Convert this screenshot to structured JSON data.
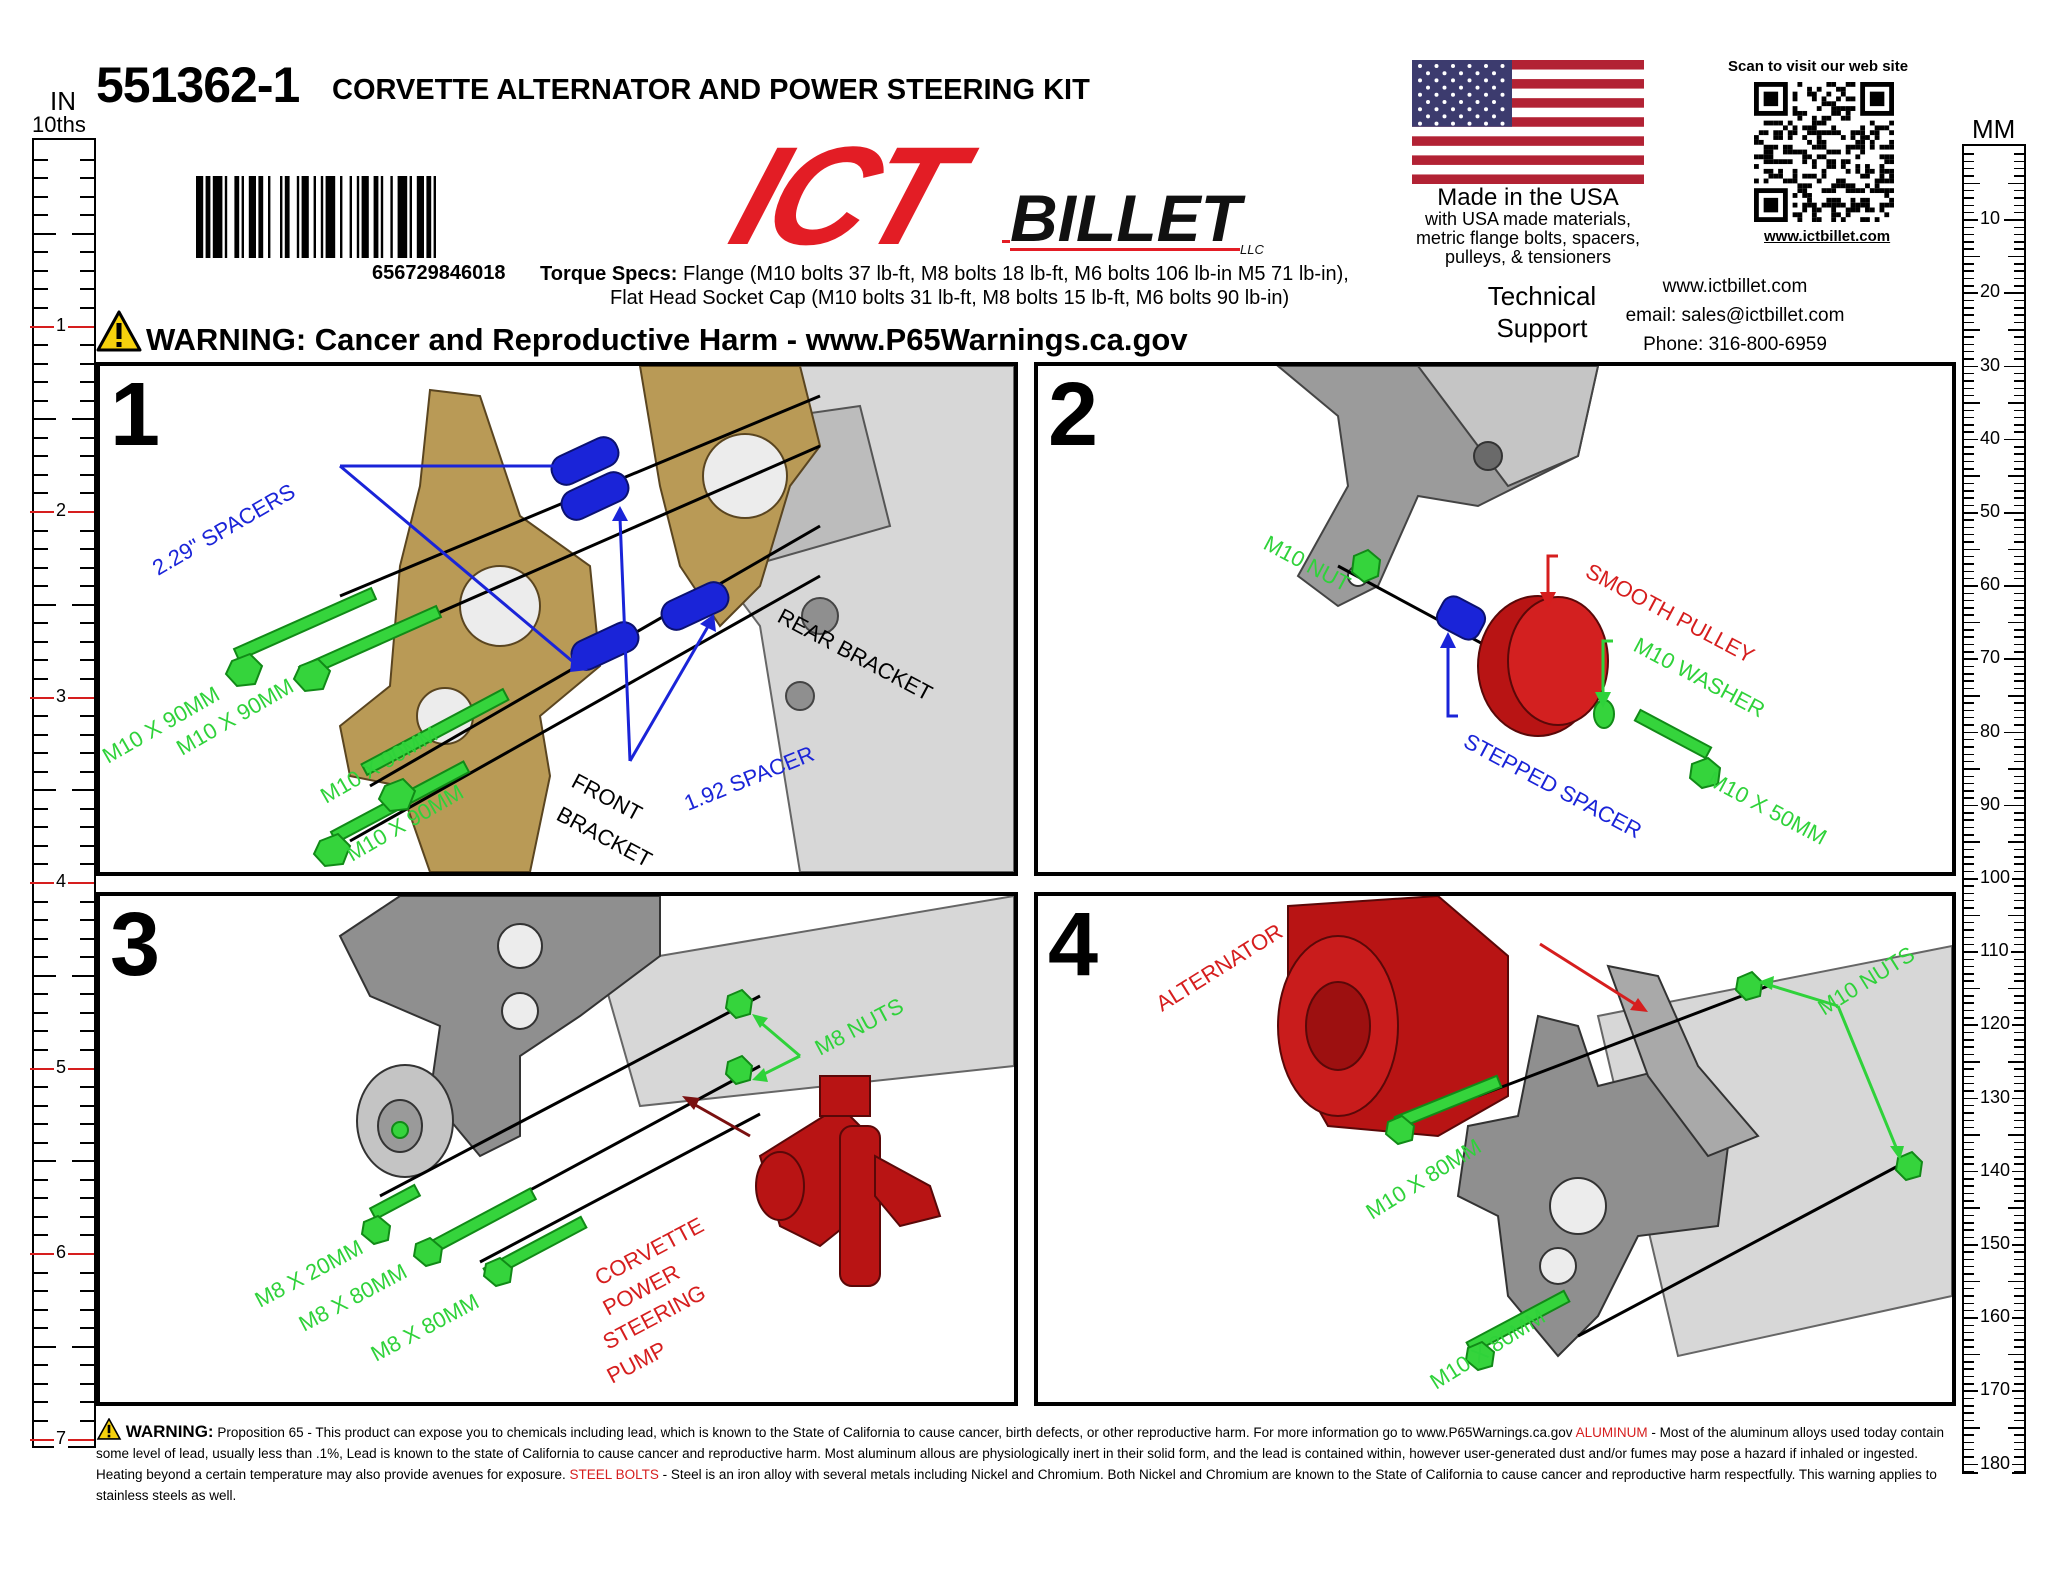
{
  "header": {
    "part_number": "551362-1",
    "kit_title": "CORVETTE ALTERNATOR AND POWER STEERING KIT",
    "barcode_number": "656729846018",
    "torque_label": "Torque Specs:",
    "torque_line1": "Flange (M10 bolts 37 lb-ft, M8 bolts 18 lb-ft, M6 bolts 106 lb-in M5 71 lb-in),",
    "torque_line2": "Flat Head Socket Cap (M10 bolts 31 lb-ft, M8 bolts 15 lb-ft, M6 bolts 90 lb-in)",
    "warning": "WARNING: Cancer and Reproductive Harm - www.P65Warnings.ca.gov"
  },
  "logo": {
    "ict": "ICT",
    "billet": "BILLET",
    "llc": "LLC",
    "color": "#e31d25"
  },
  "made_in_usa": {
    "title": "Made in the USA",
    "line1": "with USA made materials,",
    "line2": "metric flange bolts, spacers,",
    "line3": "pulleys, & tensioners"
  },
  "support": {
    "title_line1": "Technical",
    "title_line2": "Support",
    "website": "www.ictbillet.com",
    "email": "email: sales@ictbillet.com",
    "phone": "Phone: 316-800-6959"
  },
  "qr": {
    "caption": "Scan to visit our web site",
    "url": "www.ictbillet.com"
  },
  "ruler_left": {
    "unit_top": "IN",
    "unit_sub": "10ths",
    "marks": [
      "1",
      "2",
      "3",
      "4",
      "5",
      "6",
      "7"
    ]
  },
  "ruler_right": {
    "unit": "MM",
    "marks": [
      "10",
      "20",
      "30",
      "40",
      "50",
      "60",
      "70",
      "80",
      "90",
      "100",
      "110",
      "120",
      "130",
      "140",
      "150",
      "160",
      "170",
      "180"
    ]
  },
  "steps": [
    {
      "number": "1",
      "labels": {
        "spacers_229": "2.29\" SPACERS",
        "spacer_192": "1.92 SPACER",
        "rear_bracket": "REAR BRACKET",
        "front_bracket_1": "FRONT",
        "front_bracket_2": "BRACKET",
        "bolt_a": "M10 X 90MM",
        "bolt_b": "M10 X 90MM",
        "bolt_c": "M10 X 90MM",
        "bolt_d": "M10 X 90MM"
      }
    },
    {
      "number": "2",
      "labels": {
        "nut": "M10 NUT",
        "pulley": "SMOOTH PULLEY",
        "washer": "M10 WASHER",
        "spacer": "STEPPED SPACER",
        "bolt": "M10 X 50MM"
      }
    },
    {
      "number": "3",
      "labels": {
        "nuts": "M8 NUTS",
        "bolt_a": "M8 X 20MM",
        "bolt_b": "M8 X 80MM",
        "bolt_c": "M8 X 80MM",
        "pump_1": "CORVETTE",
        "pump_2": "POWER",
        "pump_3": "STEERING",
        "pump_4": "PUMP"
      }
    },
    {
      "number": "4",
      "labels": {
        "alternator": "ALTERNATOR",
        "nuts": "M10 NUTS",
        "bolt_a": "M10 X 80MM",
        "bolt_b": "M10 X 80MM"
      }
    }
  ],
  "footer": {
    "warning_label": "WARNING:",
    "p65_text": "Proposition 65 - This product can expose you to chemicals including lead, which is known to the State of California to cause cancer, birth defects, or other reproductive harm. For more information go to www.P65Warnings.ca.gov",
    "aluminum_label": "ALUMINUM",
    "aluminum_text": "Most of the aluminum alloys used today contain some level of lead, usually less than .1%, Lead is known to the state of California to cause cancer and reproductive harm. Most aluminum allous are physiologically inert in their solid form, and the lead is contained within, however user-generated dust and/or fumes may pose a hazard if inhaled or ingested. Heating beyond a certain temperature may also provide avenues for exposure.",
    "steel_label": "STEEL BOLTS",
    "steel_text": "Steel is an iron alloy with several metals including Nickel and Chromium. Both Nickel and Chromium are known to the State of California to cause cancer and reproductive harm respectfully. This warning applies to stainless steels as well."
  }
}
